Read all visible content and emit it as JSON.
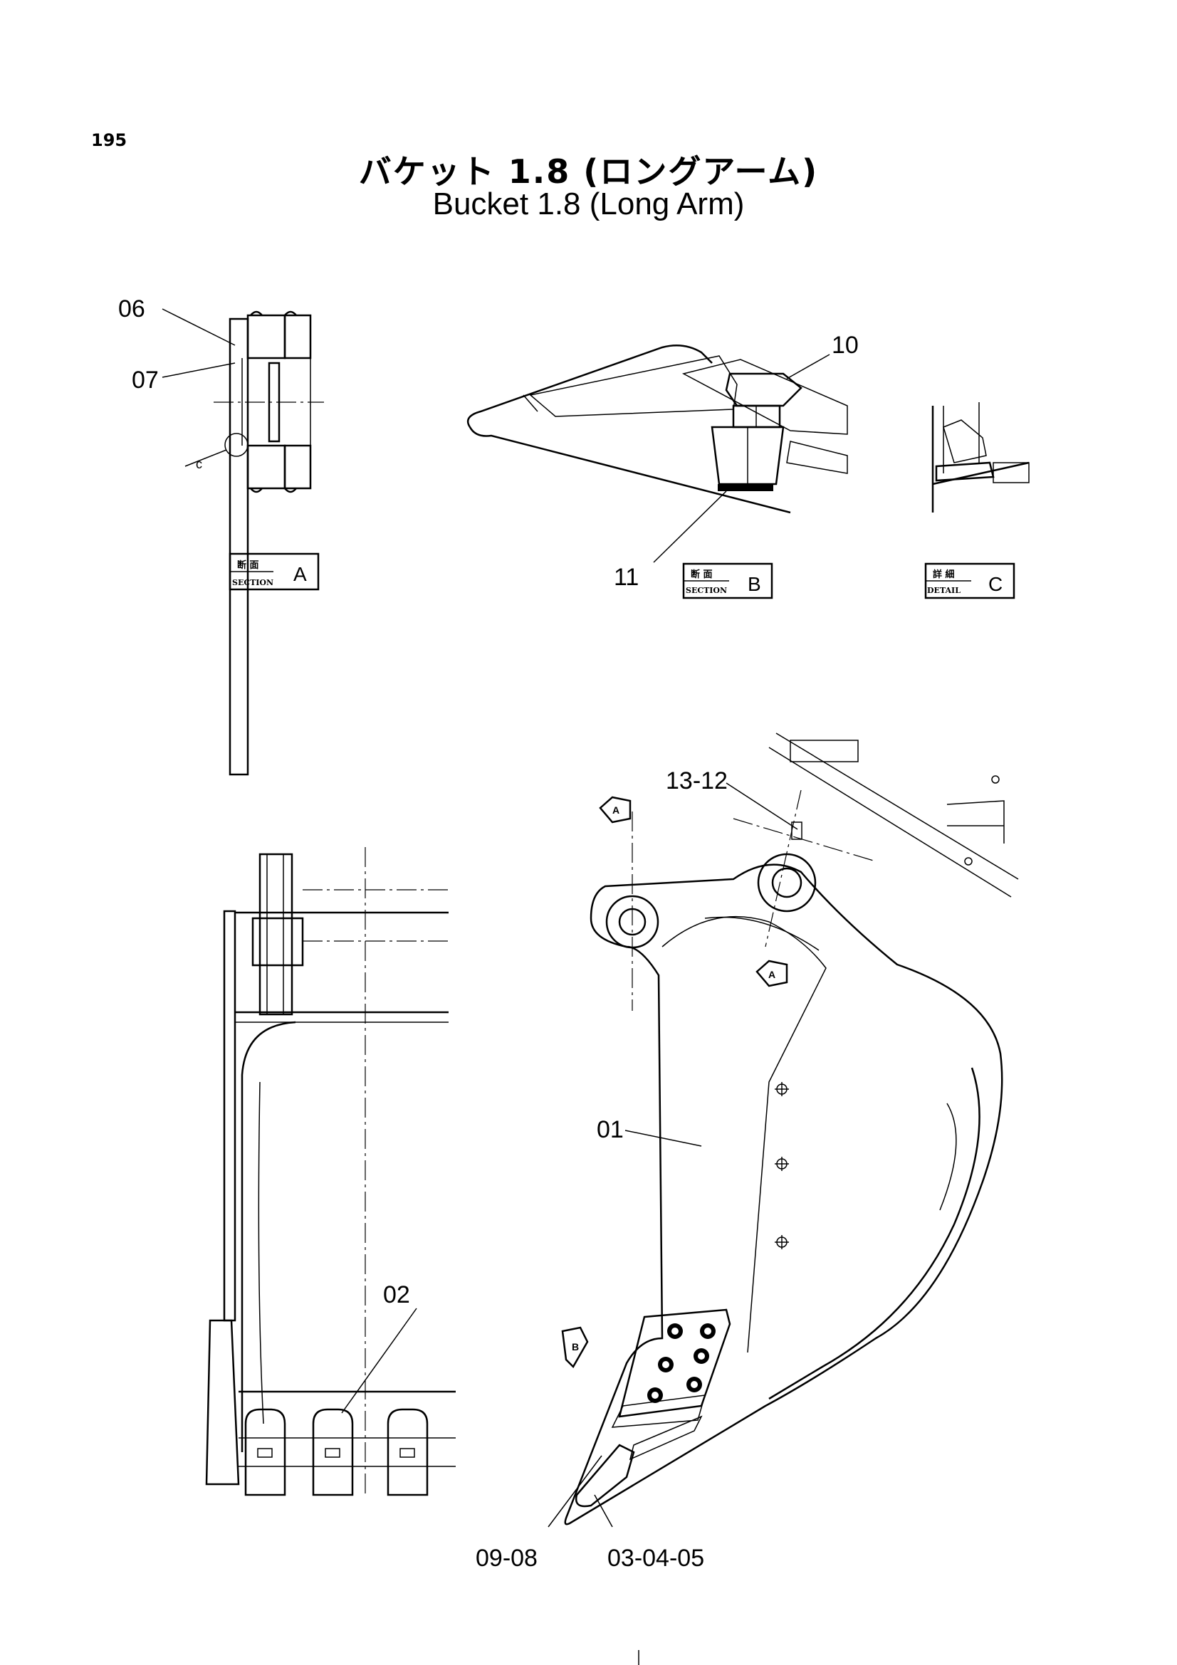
{
  "page_number": "195",
  "title_jp": "バケット 1.8 (ロングアーム)",
  "title_en": "Bucket 1.8 (Long Arm)",
  "views": {
    "section_a": {
      "kanji": "断 面",
      "caption": "SECTION",
      "letter": "A"
    },
    "section_b": {
      "kanji": "断 面",
      "caption": "SECTION",
      "letter": "B"
    },
    "detail_c": {
      "kanji": "詳 細",
      "caption": "DETAIL",
      "letter": "C"
    }
  },
  "callouts": {
    "p06": "06",
    "p07": "07",
    "c": "c",
    "p10": "10",
    "p11": "11",
    "p13_12": "13-12",
    "p01": "01",
    "p02": "02",
    "p09_08": "09-08",
    "p03_04_05": "03-04-05"
  },
  "view_tags": {
    "a_top": "A",
    "a_mid": "A",
    "b": "B"
  }
}
